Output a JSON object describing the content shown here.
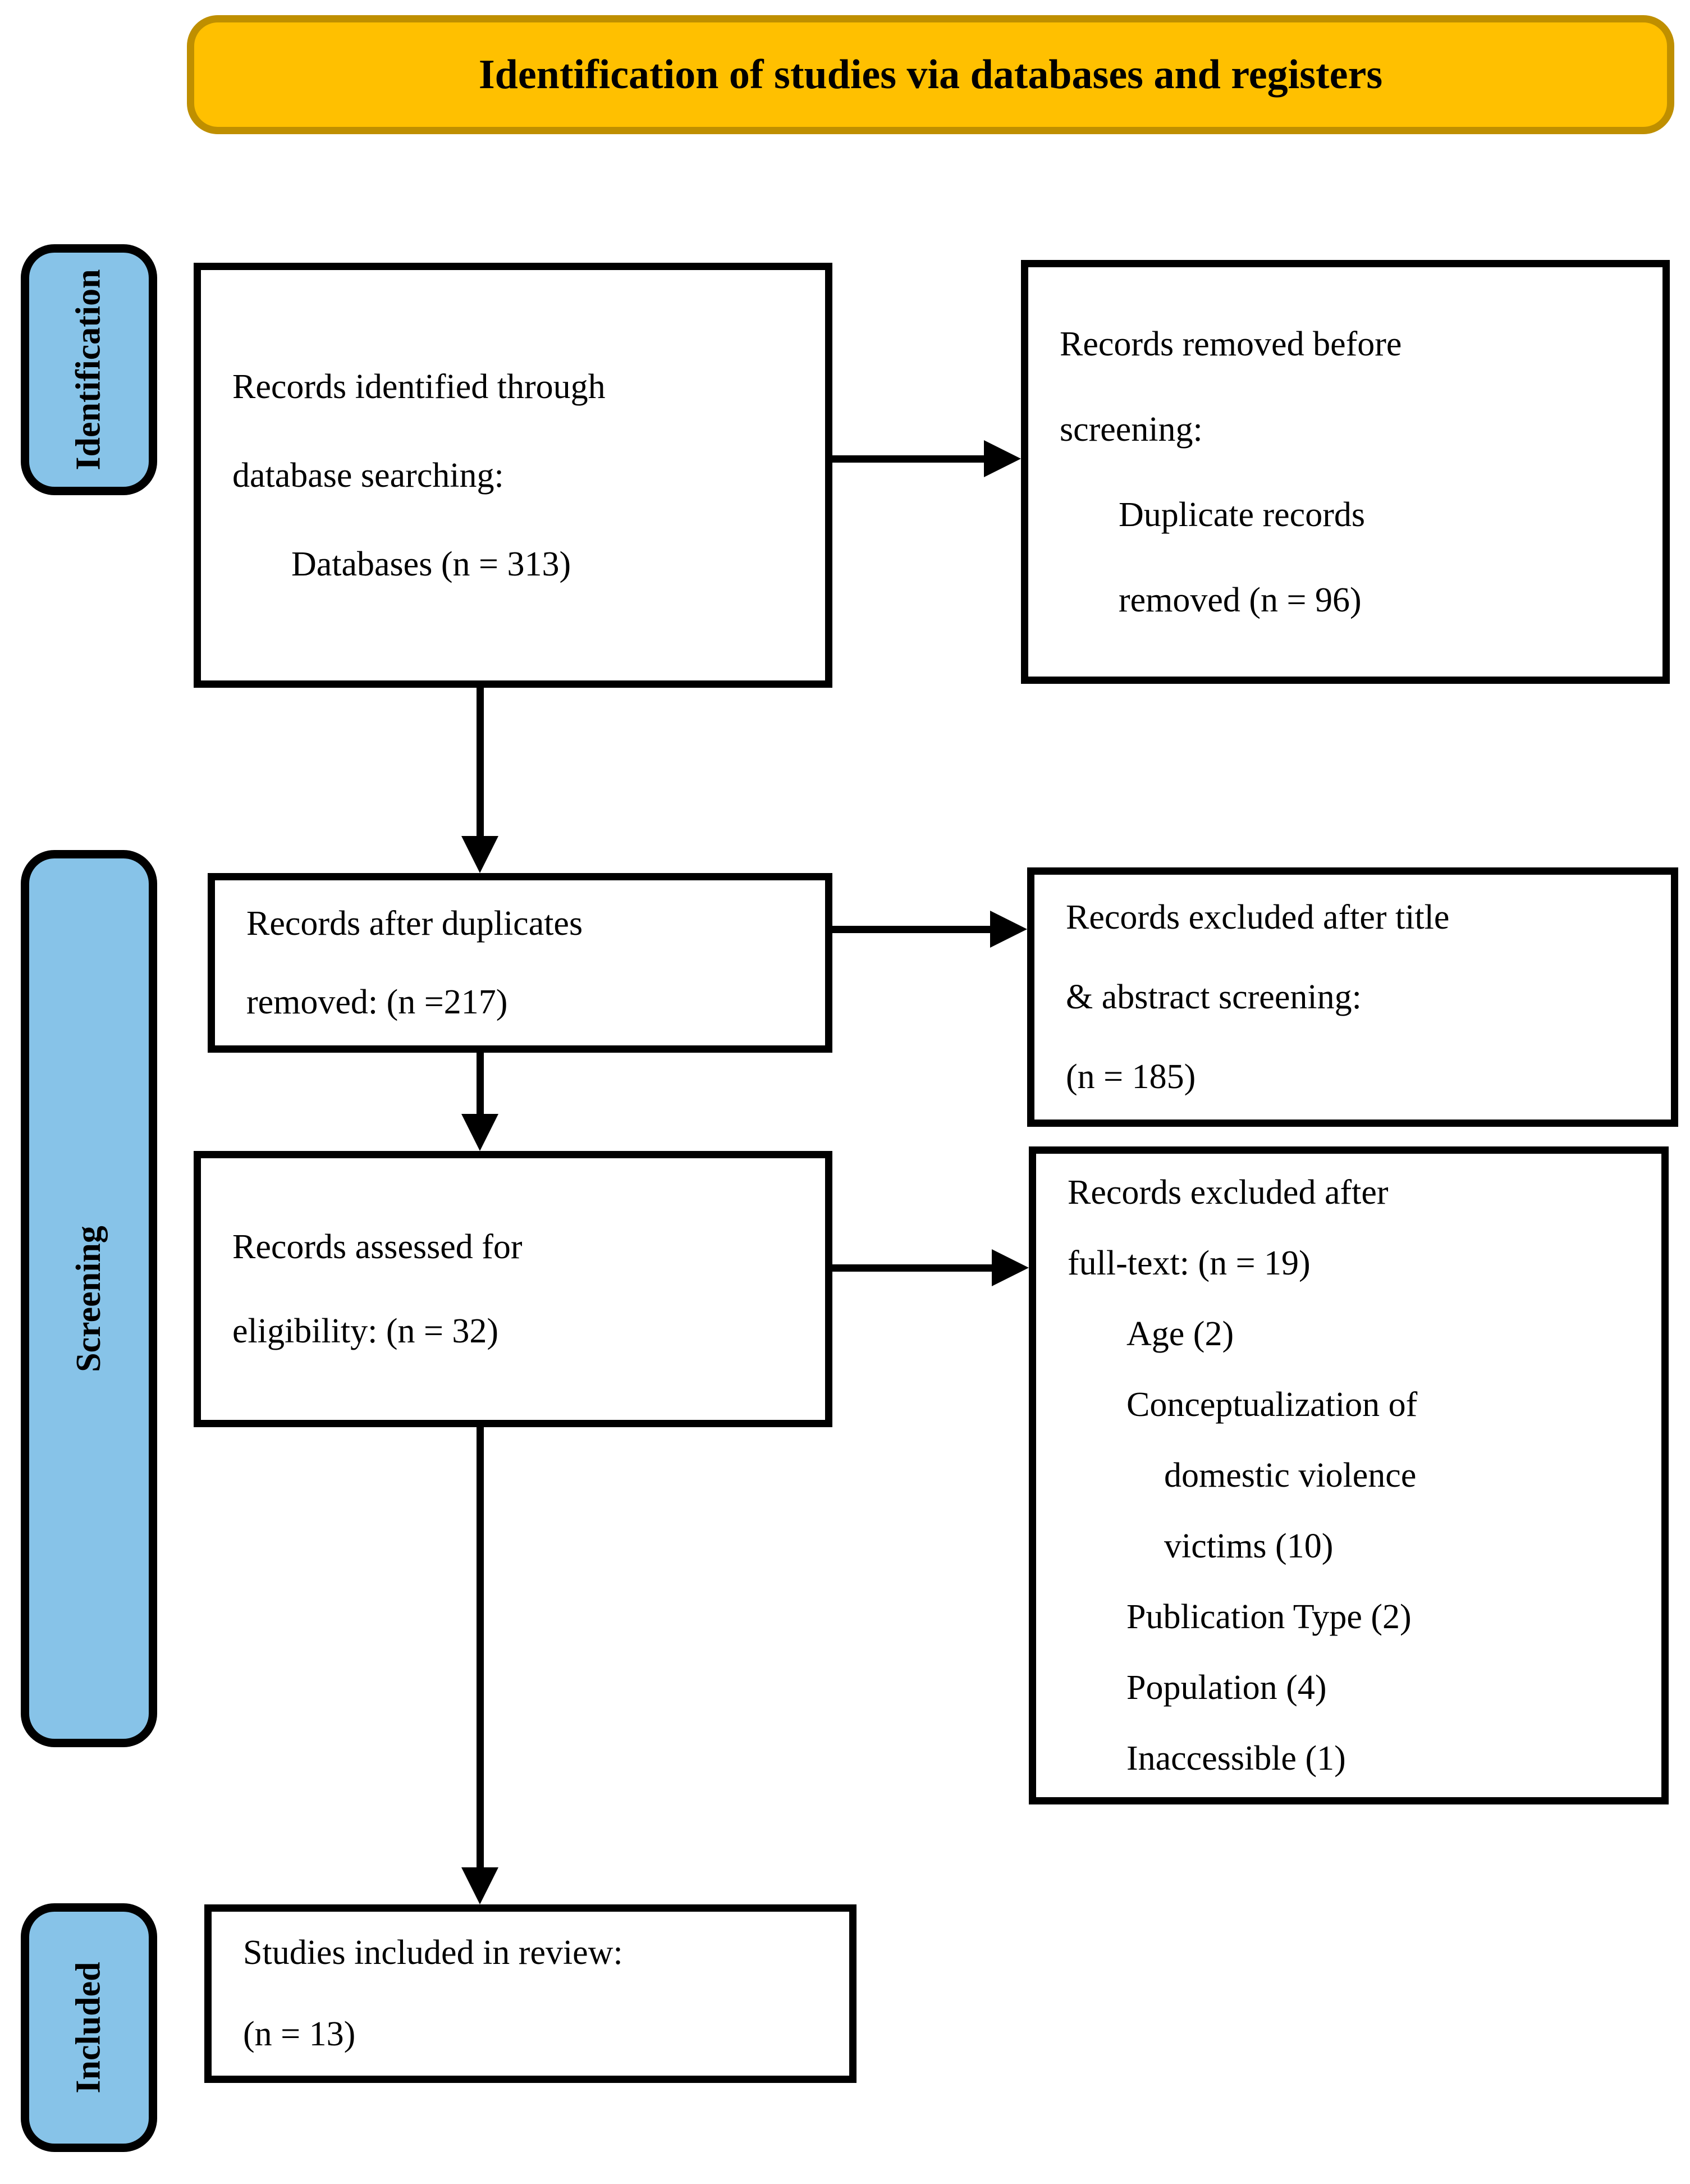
{
  "diagram": {
    "header": {
      "title": "Identification of studies via databases and registers"
    },
    "stage_labels": [
      {
        "label": "Identification"
      },
      {
        "label": "Screening"
      },
      {
        "label": "Included"
      }
    ],
    "boxes": {
      "identified": {
        "lines": [
          "Records identified through",
          "database searching:",
          "Databases (n = 313)"
        ]
      },
      "removed_before_screening": {
        "lines": [
          "Records removed before",
          "screening:",
          "Duplicate records",
          "removed (n = 96)"
        ]
      },
      "after_duplicates": {
        "lines": [
          "Records after duplicates",
          "removed: (n =217)"
        ]
      },
      "excluded_title_abstract": {
        "lines": [
          "Records excluded after title",
          "& abstract screening:",
          "(n = 185)"
        ]
      },
      "assessed_eligibility": {
        "lines": [
          "Records assessed for",
          "eligibility: (n = 32)"
        ]
      },
      "excluded_full_text": {
        "lines": [
          "Records excluded after",
          "full-text: (n = 19)",
          "Age (2)",
          "Conceptualization of",
          "domestic violence",
          "victims (10)",
          "Publication Type (2)",
          "Population (4)",
          "Inaccessible (1)"
        ]
      },
      "included_studies": {
        "lines": [
          "Studies included in review:",
          "(n = 13)"
        ]
      }
    },
    "colors": {
      "header_fill": "#FFC000",
      "header_border": "#BF8F00",
      "stage_tab_fill": "#87C3E8",
      "box_border": "#000000",
      "arrow": "#000000",
      "background": "#FFFFFF"
    }
  }
}
